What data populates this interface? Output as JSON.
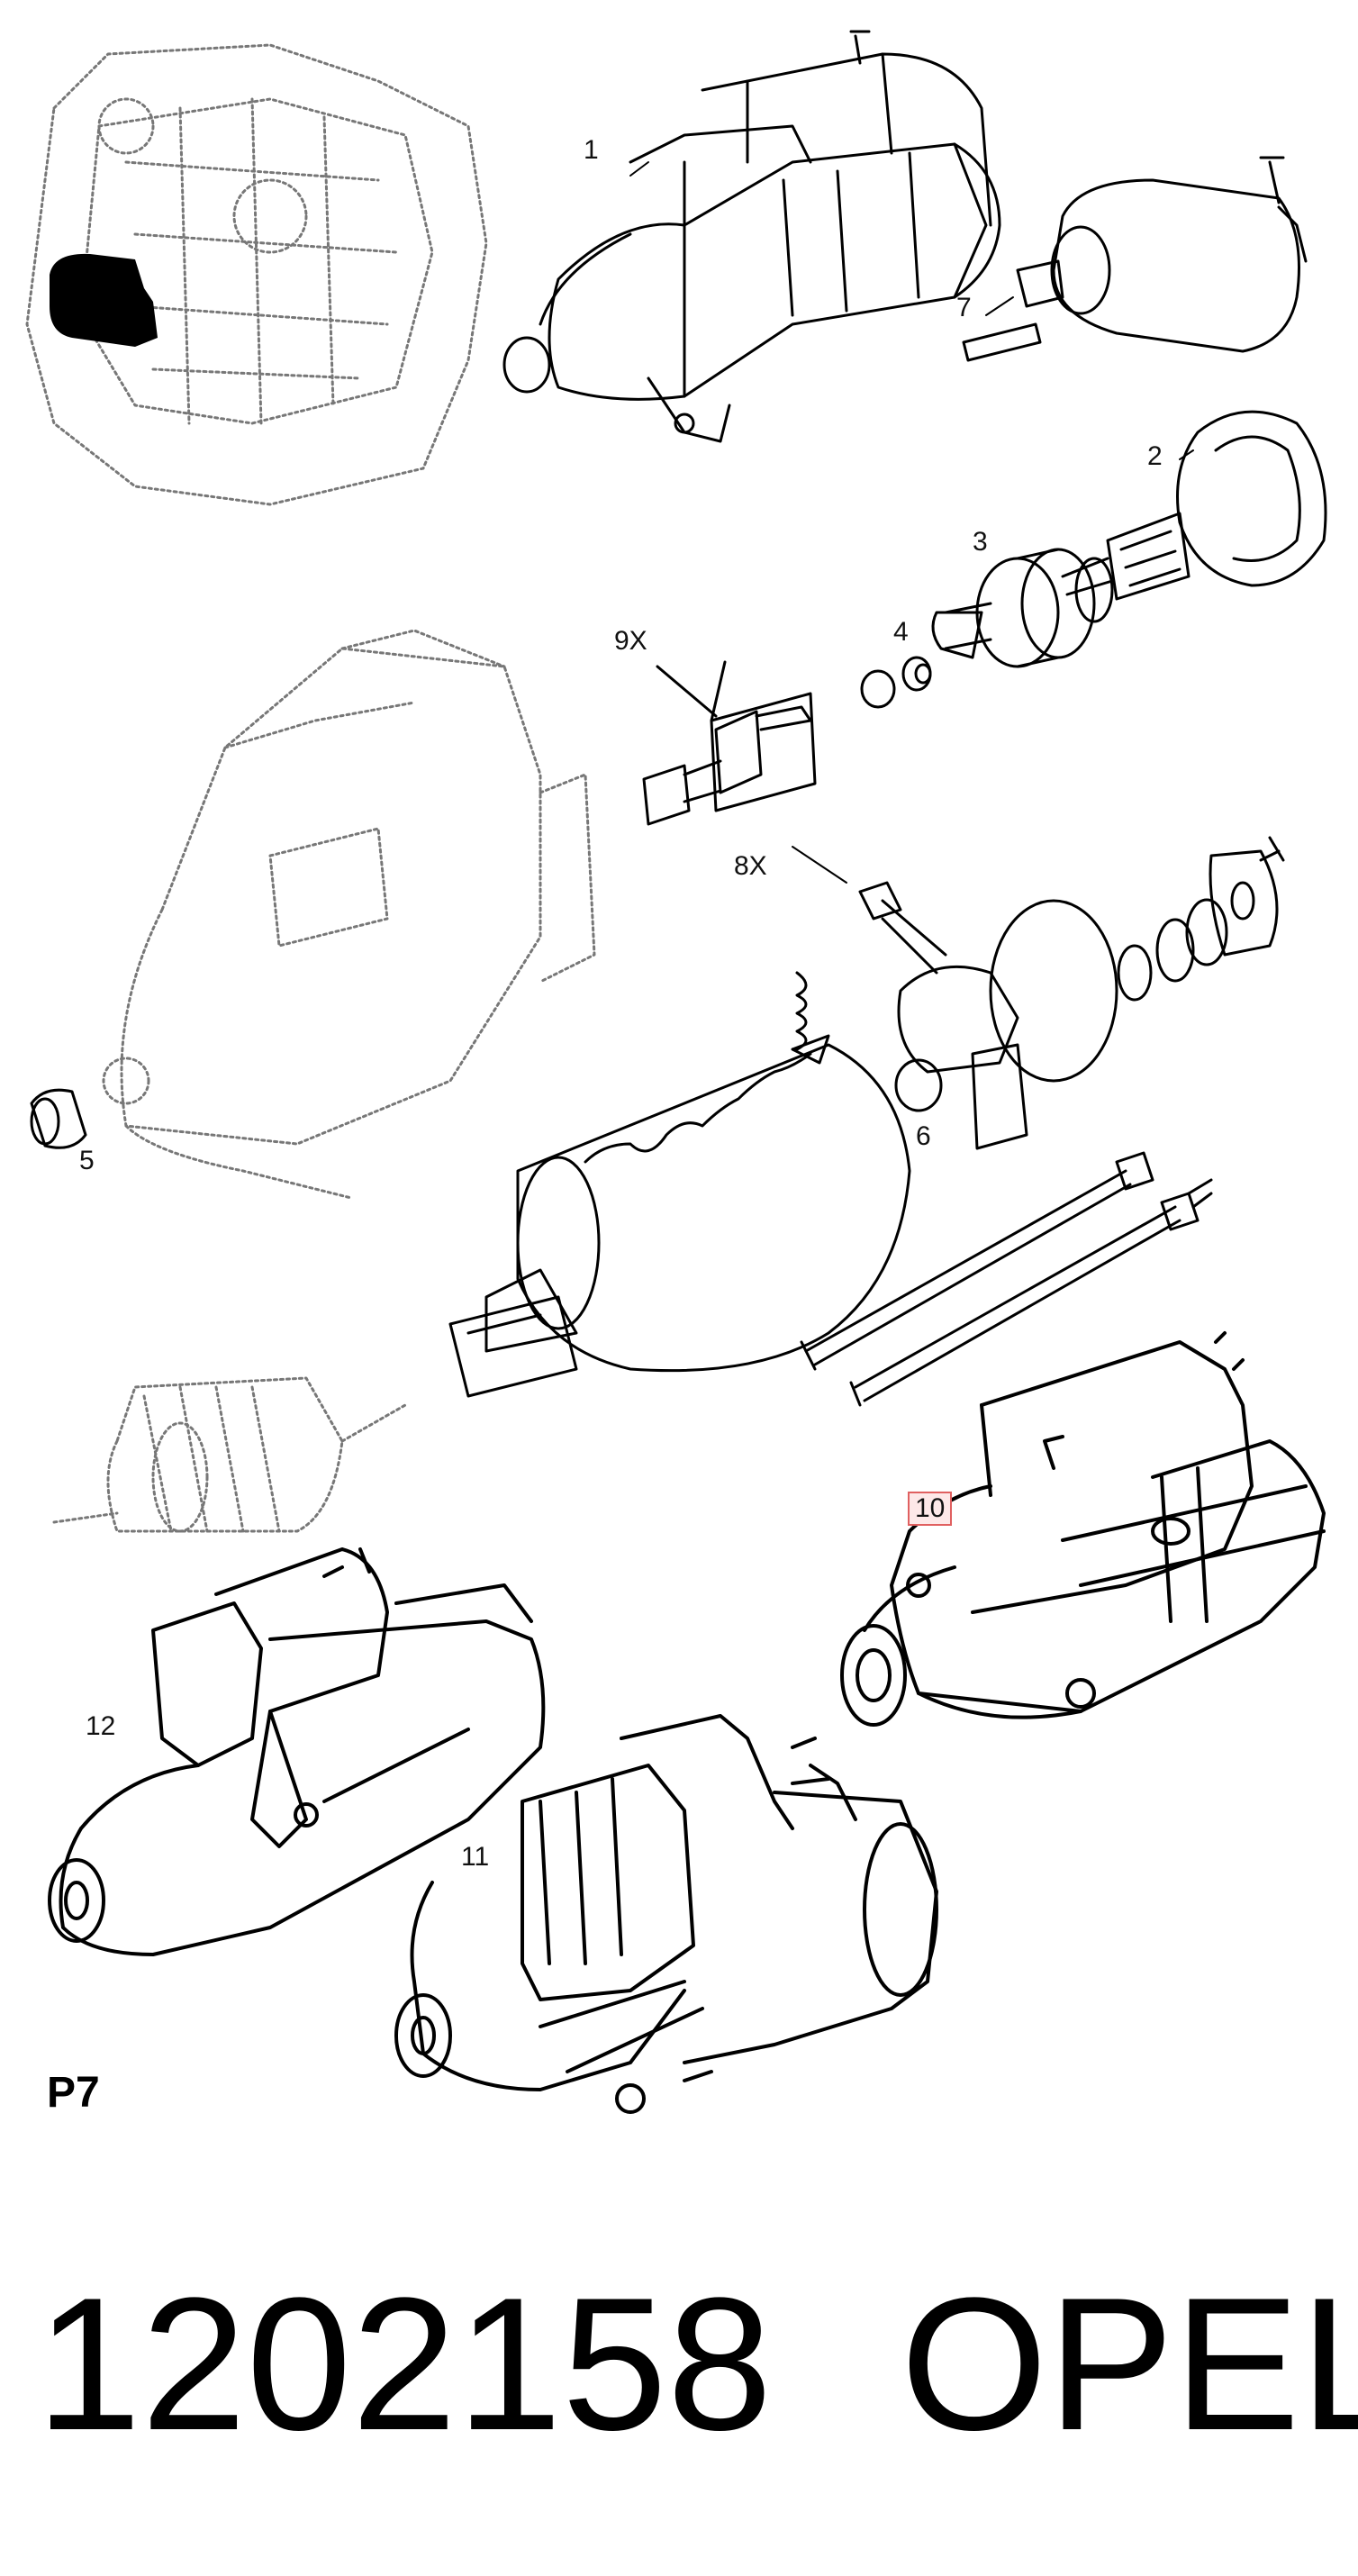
{
  "diagram": {
    "page_ref": "P7",
    "part_number": "1202158",
    "brand": "OPEL",
    "highlighted_callout": "10",
    "highlight_color": "#e06060",
    "callouts": [
      {
        "id": "c1",
        "label": "1"
      },
      {
        "id": "c7",
        "label": "7"
      },
      {
        "id": "c2",
        "label": "2"
      },
      {
        "id": "c3",
        "label": "3"
      },
      {
        "id": "c4",
        "label": "4"
      },
      {
        "id": "c9x",
        "label": "9X"
      },
      {
        "id": "c8x",
        "label": "8X"
      },
      {
        "id": "c5",
        "label": "5"
      },
      {
        "id": "c6",
        "label": "6"
      },
      {
        "id": "c10",
        "label": "10"
      },
      {
        "id": "c12",
        "label": "12"
      },
      {
        "id": "c11",
        "label": "11"
      }
    ]
  }
}
